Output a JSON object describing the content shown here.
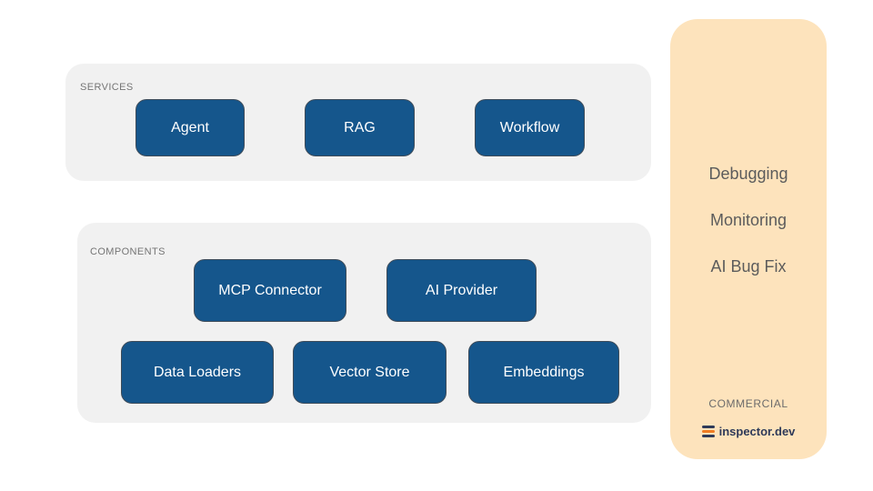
{
  "colors": {
    "background": "#FFFFFF",
    "panel_bg": "#F1F1F1",
    "node_bg": "#15568C",
    "node_border": "#3E4C5A",
    "node_text": "#FFFFFF",
    "panel_label_text": "#757575",
    "sidebar_bg": "#FDE3BC",
    "feature_text": "#5C5C5C",
    "commercial_text": "#6B6B6B",
    "brand_navy": "#2E3A59",
    "brand_orange": "#F07D23"
  },
  "services": {
    "label": "SERVICES",
    "items": [
      "Agent",
      "RAG",
      "Workflow"
    ]
  },
  "components": {
    "label": "COMPONENTS",
    "row1": [
      "MCP Connector",
      "AI Provider"
    ],
    "row2": [
      "Data Loaders",
      "Vector Store",
      "Embeddings"
    ]
  },
  "sidebar": {
    "features": [
      "Debugging",
      "Monitoring",
      "AI Bug Fix"
    ],
    "commercial_label": "COMMERCIAL",
    "brand": "inspector.dev",
    "logo_icon": "three-horizontal-bars"
  }
}
